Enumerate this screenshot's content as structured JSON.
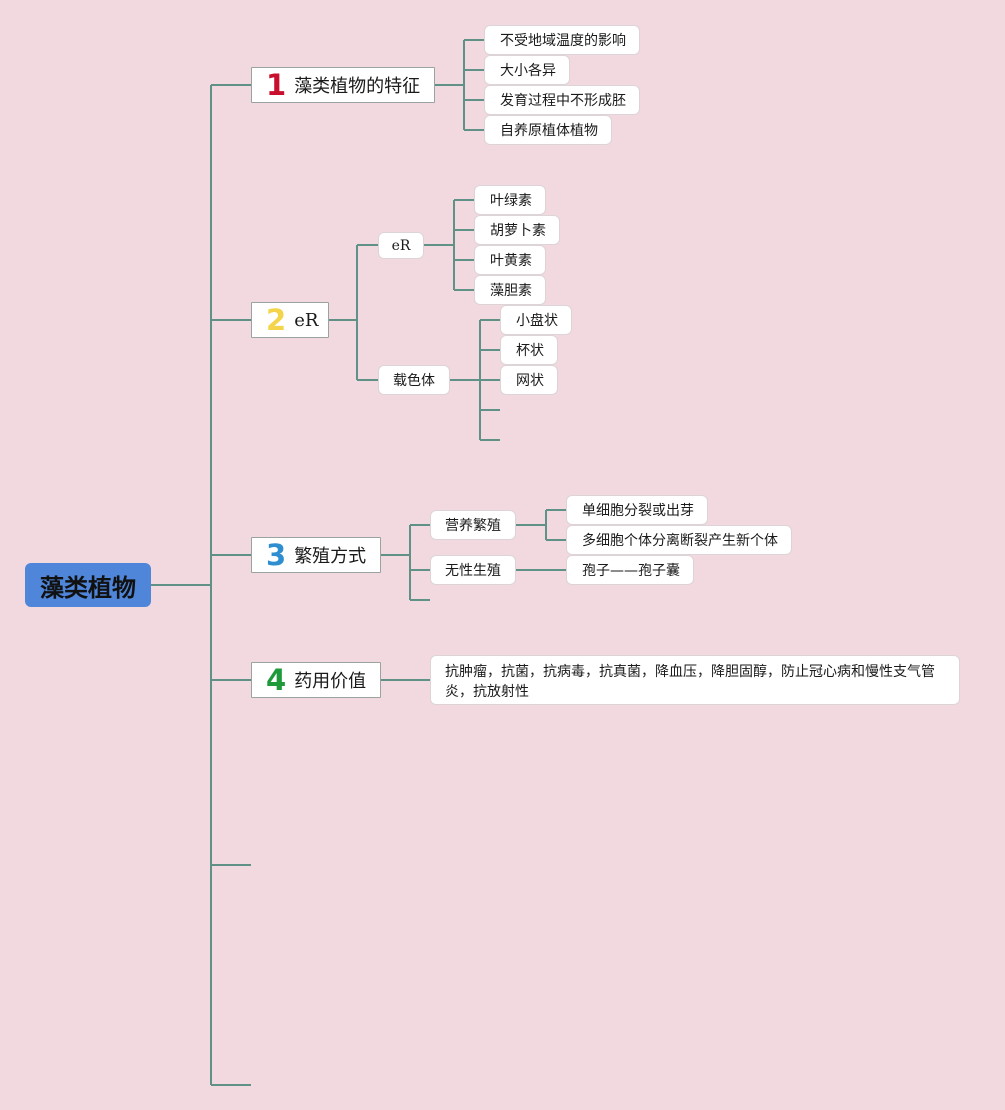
{
  "root": {
    "label": "藻类植物"
  },
  "branch1": {
    "num": "1",
    "num_color": "#c8102e",
    "label": "藻类植物的特征",
    "items": [
      "不受地域温度的影响",
      "大小各异",
      "发育过程中不形成胚",
      "自养原植体植物"
    ]
  },
  "branch2": {
    "num": "2",
    "num_color": "#f4d44a",
    "label": "eR",
    "sub1": {
      "label": "eR",
      "items": [
        "叶绿素",
        "胡萝卜素",
        "叶黄素",
        "藻胆素"
      ]
    },
    "sub2": {
      "label": "载色体",
      "items": [
        "小盘状",
        "杯状",
        "网状"
      ]
    }
  },
  "branch3": {
    "num": "3",
    "num_color": "#2e8ed0",
    "label": "繁殖方式",
    "sub1": {
      "label": "营养繁殖",
      "items": [
        "单细胞分裂或出芽",
        "多细胞个体分离断裂产生新个体"
      ]
    },
    "sub2": {
      "label": "无性生殖",
      "items": [
        "孢子——孢子囊"
      ]
    }
  },
  "branch4": {
    "num": "4",
    "num_color": "#1f9a3a",
    "label": "药用价值",
    "text": "抗肿瘤，抗菌，抗病毒，抗真菌，降血压，降胆固醇，防止冠心病和慢性支气管炎，抗放射性"
  },
  "colors": {
    "background": "#f2d8df",
    "connector": "#5f9186",
    "root_fill": "#4f86d9",
    "node_fill": "#ffffff"
  }
}
